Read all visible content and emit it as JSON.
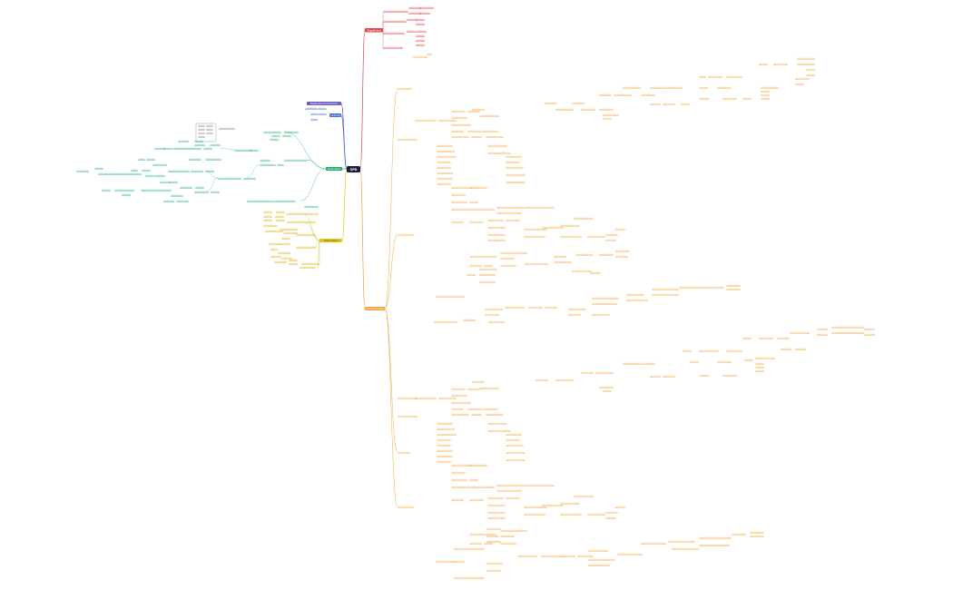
{
  "root": {
    "label": "SPD",
    "color": "#1c1c3c"
  },
  "branches": {
    "red": {
      "label": "Target/Intent",
      "color": "#e0454b",
      "bg": "#e0454b"
    },
    "purple": {
      "label": "Bargain/Use Sort Contracts",
      "color": "#6e5bc4",
      "bg": "#6e5bc4"
    },
    "blue": {
      "label": "Contracts",
      "color": "#3d6fd6",
      "bg": "#3d6fd6"
    },
    "green": {
      "label": "Global Spend",
      "color": "#22a96b",
      "bg": "#22a96b"
    },
    "yellow": {
      "label": "Time to Spend",
      "color": "#e8c21e",
      "bg": "#e8c21e"
    },
    "orange": {
      "label": "Accounts Process",
      "color": "#f3a13d",
      "bg": "#f3a13d"
    }
  },
  "node_color": {
    "red": "#e0454b",
    "green": "#2bb673",
    "yellow": "#d9b51a",
    "orange": "#f0a94a",
    "purple": "#6e5bc4",
    "blue": "#3d6fd6",
    "gray": "#8a8aa0"
  }
}
